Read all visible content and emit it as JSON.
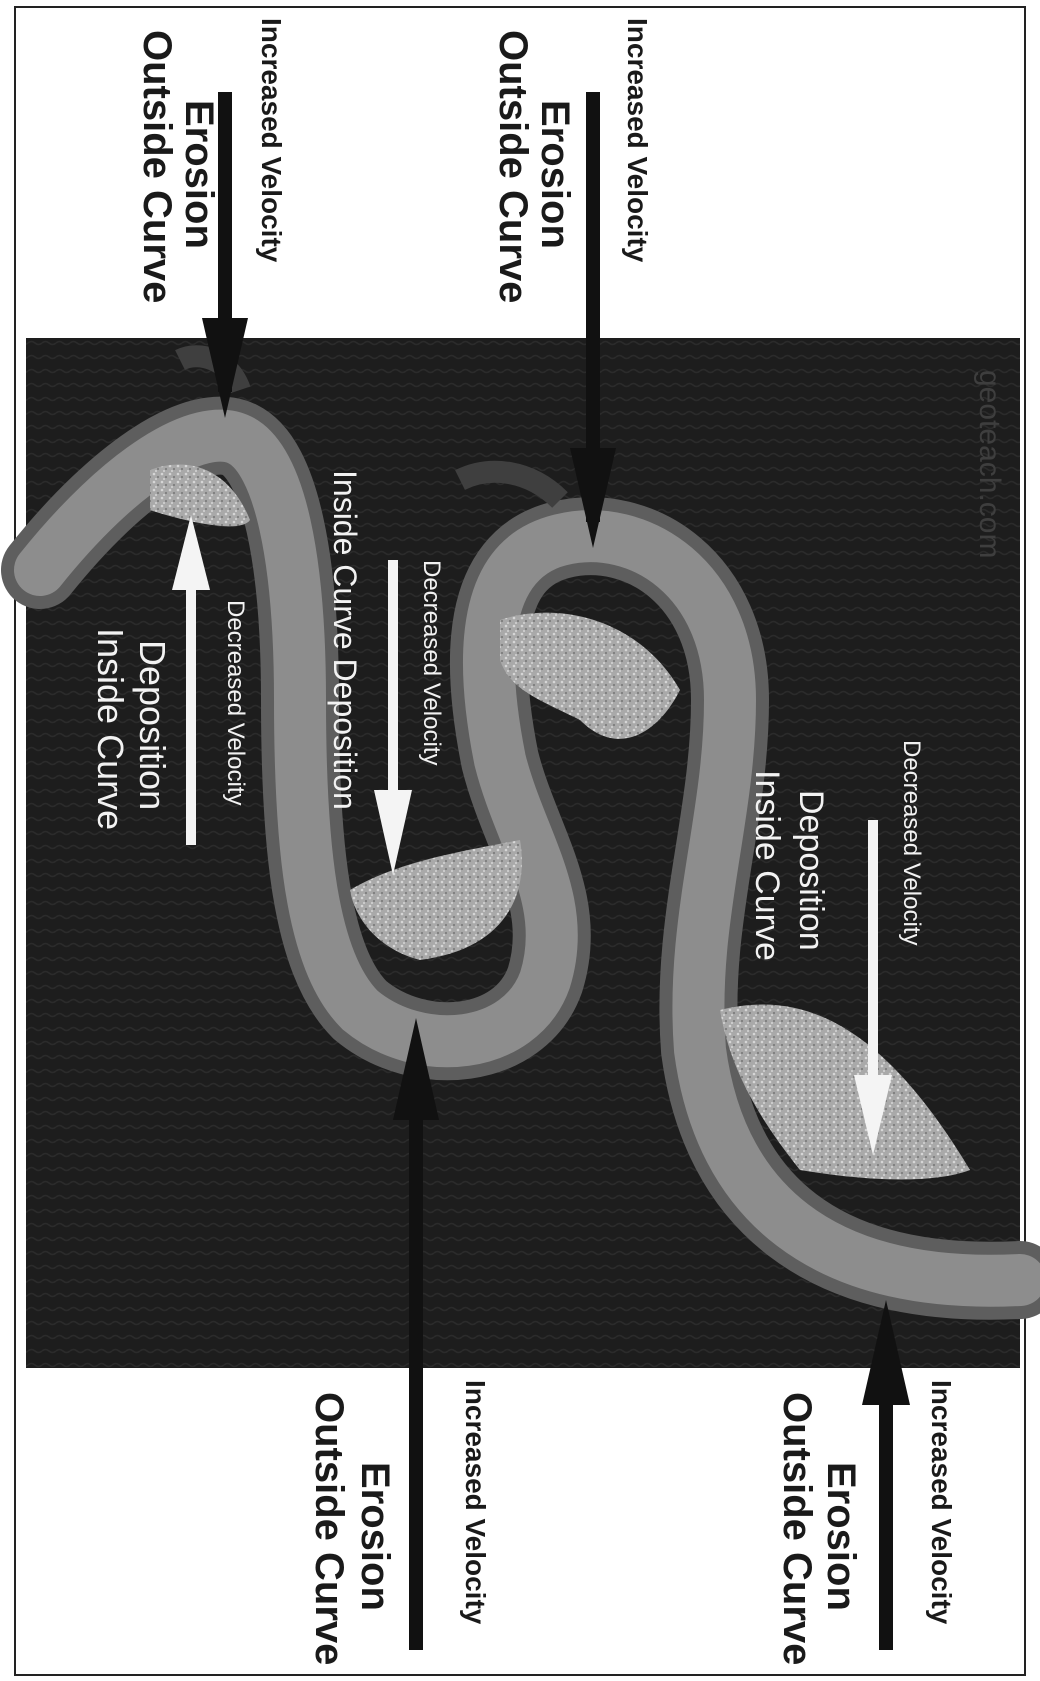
{
  "labels": {
    "top_left": {
      "line1": "Outside Curve",
      "line2": "Erosion",
      "sub": "Increased Velocity"
    },
    "top_right": {
      "line1": "Outside Curve",
      "line2": "Erosion",
      "sub": "Increased Velocity"
    },
    "bottom_left": {
      "line1": "Outside Curve",
      "line2": "Erosion",
      "sub": "Increased Velocity"
    },
    "bottom_right": {
      "line1": "Outside Curve",
      "line2": "Erosion",
      "sub": "Increased Velocity"
    },
    "inside_1": {
      "line1": "Inside Curve",
      "line2": "Deposition",
      "sub": "Decreased Velocity"
    },
    "inside_2": {
      "line1": "Inside Curve Deposition",
      "sub": "Decreased Velocity"
    },
    "inside_3": {
      "line1": "Inside Curve",
      "line2": "Deposition",
      "sub": "Decreased Velocity"
    },
    "watermark": "geoteach.com"
  },
  "colors": {
    "background_photo": "#1c1c1c",
    "river": "#8a8a8a",
    "deposit": "#b8b8b8",
    "arrow_dark": "#111111",
    "arrow_light": "#f4f4f4"
  }
}
